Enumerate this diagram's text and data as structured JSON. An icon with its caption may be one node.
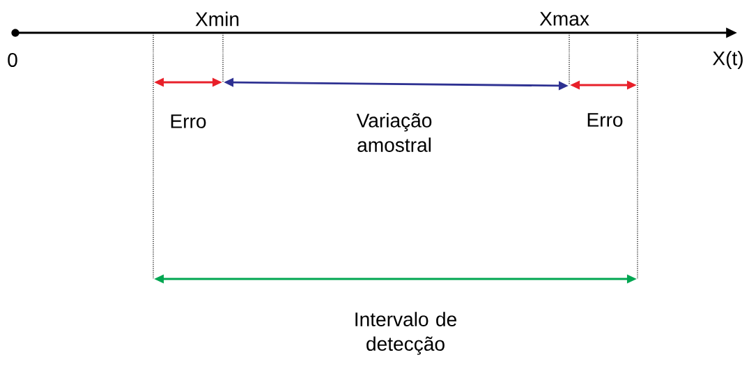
{
  "diagram": {
    "labels": [
      "Xmin",
      "Xmax",
      "0",
      "X(t)",
      "Erro",
      "Variação amostral",
      "Erro",
      "Intervalo de detecção"
    ]
  }
}
